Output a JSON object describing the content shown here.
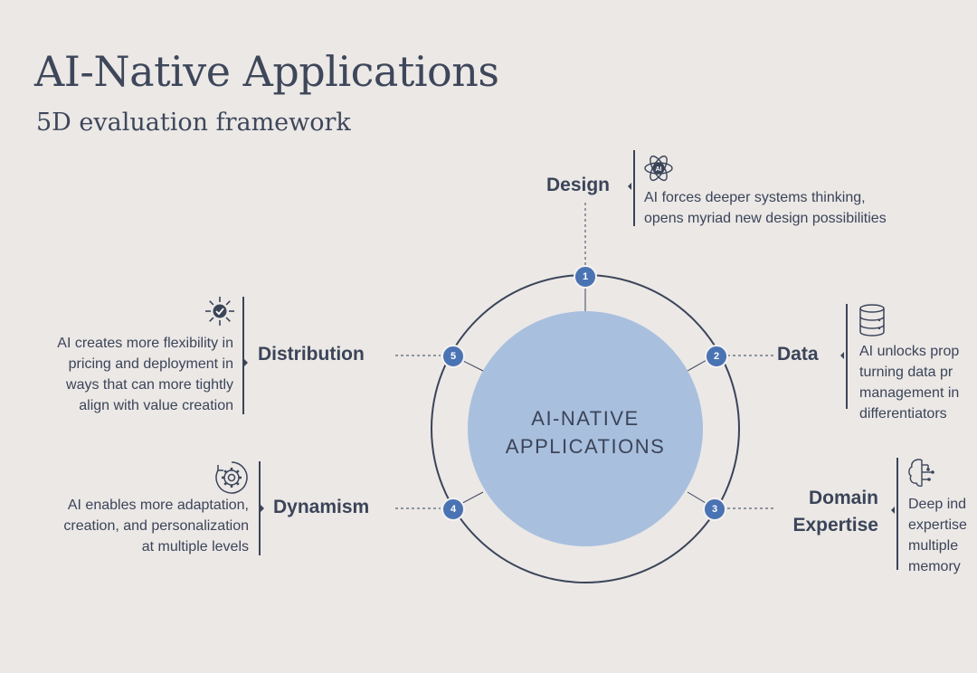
{
  "header": {
    "title": "AI-Native Applications",
    "subtitle": "5D evaluation framework"
  },
  "center": {
    "line1": "AI-NATIVE",
    "line2": "APPLICATIONS"
  },
  "colors": {
    "background": "#ebe8e6",
    "center_fill": "#a9bfde",
    "node_fill": "#4a73b4",
    "text": "#3b4458"
  },
  "dimensions": [
    {
      "number": "1",
      "label": "Design",
      "icon": "ai-atom-icon",
      "description": [
        "AI forces deeper systems thinking,",
        "opens myriad new design possibilities"
      ]
    },
    {
      "number": "2",
      "label": "Data",
      "icon": "database-icon",
      "description": [
        "AI unlocks prop",
        "turning data pr",
        "management in",
        "differentiators"
      ]
    },
    {
      "number": "3",
      "label_lines": [
        "Domain",
        "Expertise"
      ],
      "icon": "brain-circuit-icon",
      "description": [
        "Deep ind",
        "expertise",
        "multiple",
        "memory"
      ]
    },
    {
      "number": "4",
      "label": "Dynamism",
      "icon": "gear-cycle-icon",
      "description": [
        "AI enables more adaptation,",
        "creation, and personalization",
        "at multiple levels"
      ]
    },
    {
      "number": "5",
      "label": "Distribution",
      "icon": "network-check-icon",
      "description": [
        "AI creates more flexibility in",
        "pricing and deployment in",
        "ways that can more tightly",
        "align with value creation"
      ]
    }
  ]
}
